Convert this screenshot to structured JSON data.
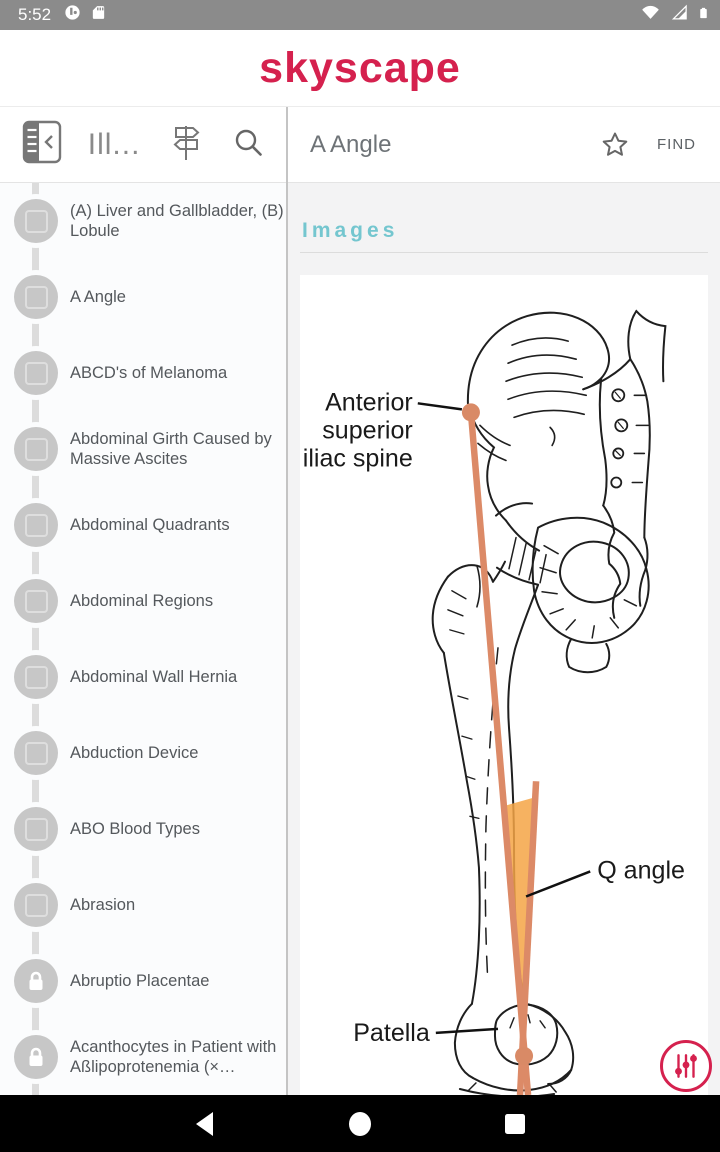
{
  "status_bar": {
    "time": "5:52"
  },
  "app": {
    "logo": "skyscape"
  },
  "sidebar": {
    "tab_label": "Ill...",
    "items": [
      {
        "label": "(A) Liver and  Gallbladder, (B) Lobule",
        "locked": false
      },
      {
        "label": "A Angle",
        "locked": false
      },
      {
        "label": "ABCD's of Melanoma",
        "locked": false
      },
      {
        "label": "Abdominal Girth Caused by Massive Ascites",
        "locked": false
      },
      {
        "label": "Abdominal Quadrants",
        "locked": false
      },
      {
        "label": "Abdominal Regions",
        "locked": false
      },
      {
        "label": "Abdominal Wall Hernia",
        "locked": false
      },
      {
        "label": "Abduction Device",
        "locked": false
      },
      {
        "label": "ABO Blood Types",
        "locked": false
      },
      {
        "label": "Abrasion",
        "locked": false
      },
      {
        "label": "Abruptio Placentae",
        "locked": true
      },
      {
        "label": "Acanthocytes in Patient with Aßlipoprotenemia (×…",
        "locked": true
      }
    ]
  },
  "main": {
    "title": "A Angle",
    "find_label": "FIND",
    "section_title": "Images"
  },
  "figure": {
    "labels": {
      "asis_line1": "Anterior",
      "asis_line2": "superior",
      "asis_line3": "iliac spine",
      "q_angle": "Q angle",
      "patella": "Patella"
    }
  },
  "colors": {
    "accent": "#d5214e",
    "teal": "#74c6cf",
    "salmon": "#dc8a67",
    "orange": "#f5a445",
    "status_bar": "#8b8b8b"
  }
}
